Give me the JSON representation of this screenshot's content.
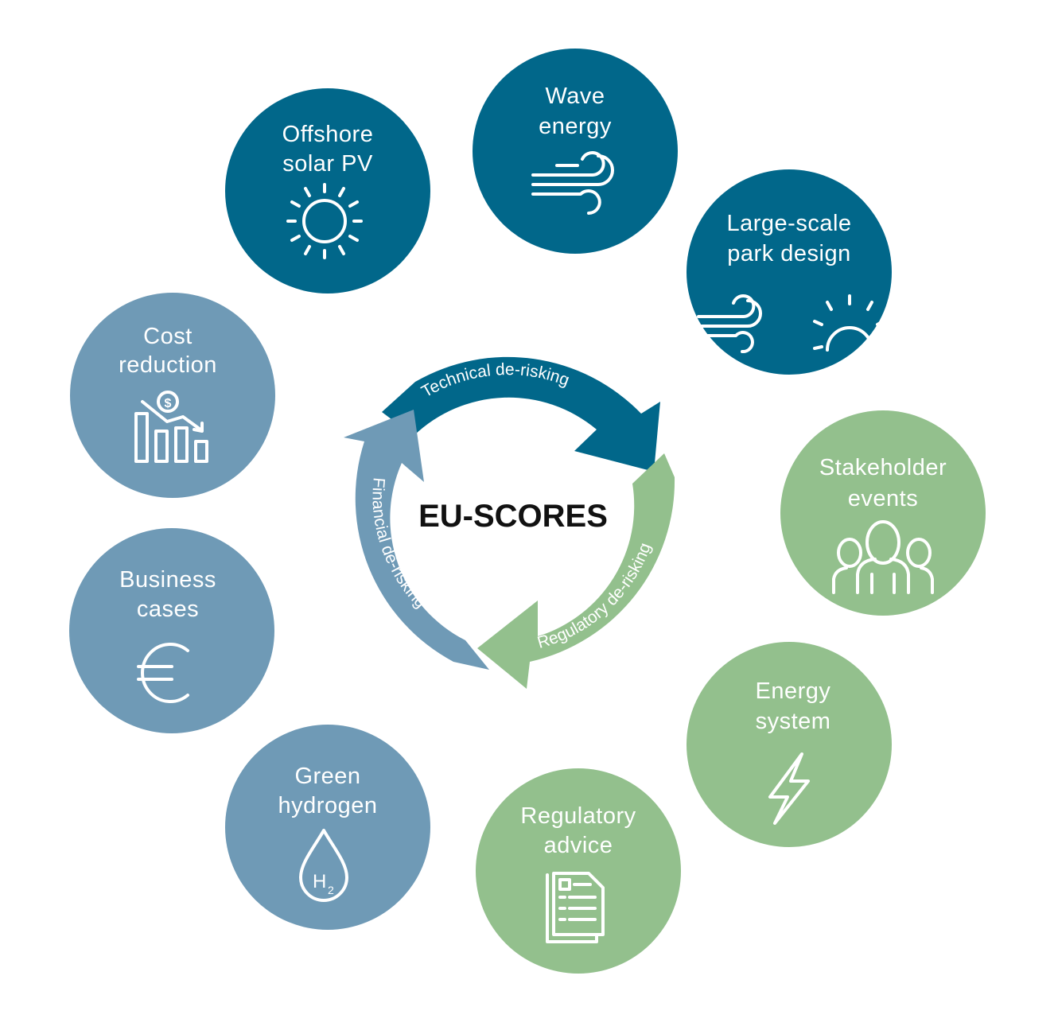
{
  "center": {
    "title": "EU-SCORES"
  },
  "cycle": {
    "technical": "Technical de-risking",
    "regulatory": "Regulatory de-risking",
    "financial": "Financial de-risking"
  },
  "nodes": {
    "offshore_solar": {
      "line1": "Offshore",
      "line2": "solar PV",
      "icon": "sun-icon"
    },
    "wave_energy": {
      "line1": "Wave",
      "line2": "energy",
      "icon": "wave-wind-icon"
    },
    "large_scale": {
      "line1": "Large-scale",
      "line2": "park design",
      "icon": "wind-and-sun-icon"
    },
    "stakeholder": {
      "line1": "Stakeholder",
      "line2": "events",
      "icon": "people-group-icon"
    },
    "energy_system": {
      "line1": "Energy",
      "line2": "system",
      "icon": "lightning-bolt-icon"
    },
    "regulatory_advice": {
      "line1": "Regulatory",
      "line2": "advice",
      "icon": "documents-icon"
    },
    "green_hydrogen": {
      "line1": "Green",
      "line2": "hydrogen",
      "icon": "hydrogen-drop-icon",
      "h_label": "H",
      "h_sub": "2"
    },
    "business_cases": {
      "line1": "Business",
      "line2": "cases",
      "icon": "euro-icon"
    },
    "cost_reduction": {
      "line1": "Cost",
      "line2": "reduction",
      "icon": "declining-cost-chart-icon",
      "coin": "$"
    }
  },
  "colors": {
    "dark_teal": "#01678A",
    "steel_blue": "#6F9AB6",
    "sage_green": "#93C08D",
    "center_text": "#111111"
  }
}
